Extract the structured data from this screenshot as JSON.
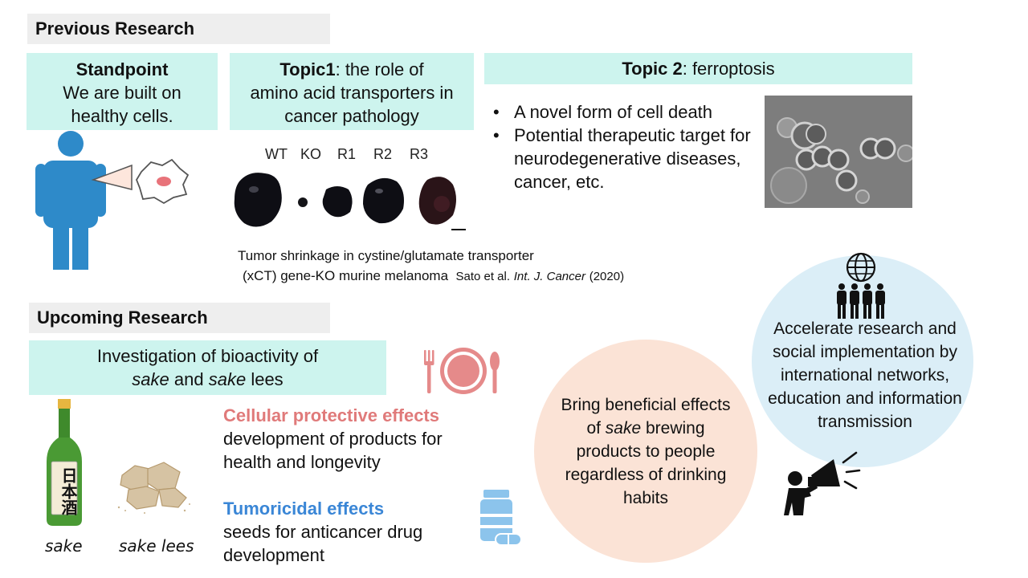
{
  "previous_research": {
    "header": "Previous Research",
    "standpoint": {
      "title": "Standpoint",
      "line1": "We are built on",
      "line2": "healthy cells."
    },
    "topic1": {
      "title": "Topic1",
      "title_rest": ": the role of",
      "line2": "amino acid transporters in",
      "line3": "cancer pathology"
    },
    "topic1_labels": [
      "WT",
      "KO",
      "R1",
      "R2",
      "R3"
    ],
    "topic1_caption": {
      "line1": "Tumor shrinkage in cystine/glutamate transporter",
      "line2": "(xCT) gene-KO murine melanoma",
      "citation_author": "Sato et al.",
      "citation_journal": "Int. J. Cancer",
      "citation_year": "(2020)"
    },
    "topic2": {
      "title": "Topic 2",
      "title_rest": ": ferroptosis",
      "bullets": [
        "A novel form of cell death",
        "Potential therapeutic target for neurodegenerative diseases, cancer, etc."
      ]
    }
  },
  "upcoming_research": {
    "header": "Upcoming Research",
    "investigation": {
      "line1": "Investigation of bioactivity of",
      "word_sake": "sake",
      "word_and": " and ",
      "word_sake2": "sake",
      "word_lees": " lees"
    },
    "images": {
      "sake_caption": "sake",
      "sake_lees_caption": "sake lees",
      "bottle_label": "日本酒"
    },
    "effects": {
      "protective_title": "Cellular protective effects",
      "protective_line1": "development of products for",
      "protective_line2": "health and longevity",
      "tumoricidal_title": "Tumoricidal effects",
      "tumoricidal_line1": "seeds for anticancer drug",
      "tumoricidal_line2": "development"
    },
    "bring_circle": {
      "line1": "Bring beneficial effects",
      "line2_pre": "of ",
      "line2_italic": "sake",
      "line2_post": " brewing",
      "line3": "products to people",
      "line4": "regardless of drinking",
      "line5": "habits"
    },
    "accelerate_circle": {
      "line1": "Accelerate research and",
      "line2": "social implementation by",
      "line3": "international networks,",
      "line4": "education and information",
      "line5": "transmission"
    }
  },
  "colors": {
    "teal_box": "#cdf4ee",
    "header_gray": "#eeeeee",
    "person_blue": "#2e8ac9",
    "protective_red": "#e07a7a",
    "tumoricidal_blue": "#3a86d6",
    "peach_circle": "#fbe3d6",
    "lightblue_circle": "#dbeef7"
  },
  "icons": [
    "person-icon",
    "cell-icon",
    "tumor-photo",
    "microscope-photo",
    "plate-icon",
    "sake-bottle-icon",
    "sake-lees-icon",
    "medicine-icon",
    "globe-people-icon",
    "megaphone-icon"
  ]
}
